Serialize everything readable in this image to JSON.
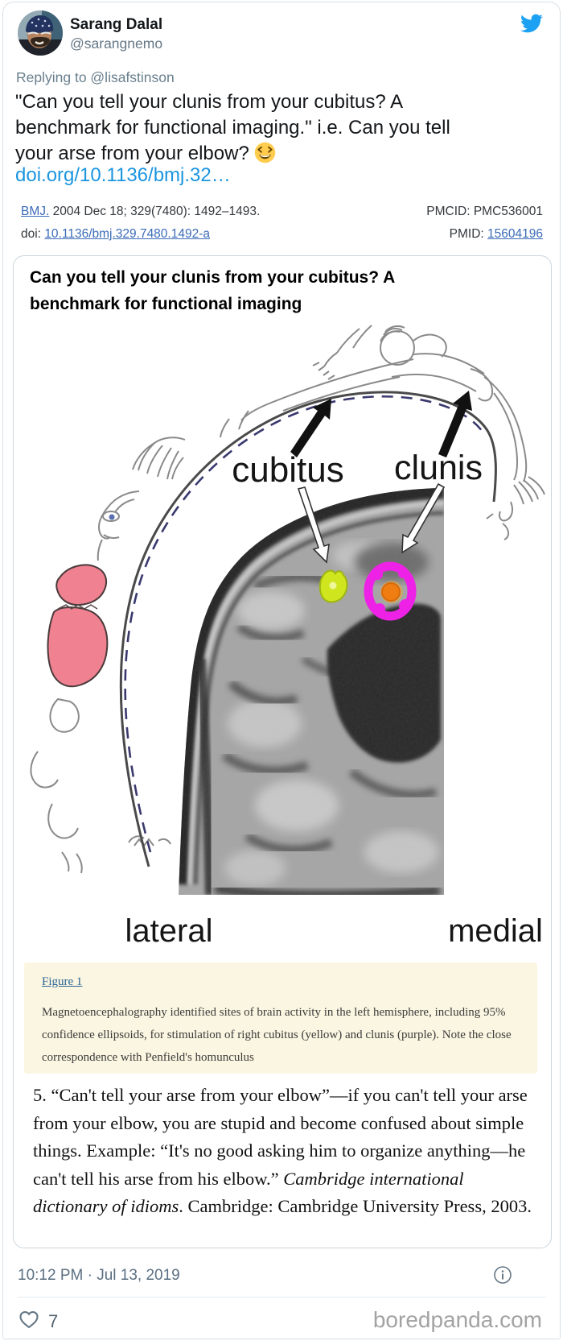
{
  "tweet": {
    "author": {
      "name": "Sarang Dalal",
      "handle": "@sarangnemo"
    },
    "replying_to": "Replying to ",
    "replying_handle": "@lisafstinson",
    "text_lines": [
      "\"Can you tell your clunis from your cubitus? A",
      "benchmark for functional imaging.\" i.e. Can you tell",
      "your arse from your elbow?"
    ],
    "link": "doi.org/10.1136/bmj.32…",
    "timestamp": "10:12 PM · Jul 13, 2019",
    "likes": "7"
  },
  "citation": {
    "journal_link": "BMJ.",
    "journal_rest": " 2004 Dec 18; 329(7480): 1492–1493.",
    "doi_label": "doi: ",
    "doi_link": "10.1136/bmj.329.7480.1492-a",
    "pmcid": "PMCID: PMC536001",
    "pmid_label": "PMID: ",
    "pmid_link": "15604196"
  },
  "card": {
    "title_lines": [
      "Can you tell your clunis from your cubitus? A",
      "benchmark for functional imaging"
    ],
    "figure": {
      "label_cubitus": "cubitus",
      "label_clunis": "clunis",
      "label_lateral": "lateral",
      "label_medial": "medial",
      "caption_link": "Figure 1",
      "caption": "Magnetoencephalography identified sites of brain activity in the left hemisphere, including 95% confidence ellipsoids, for stimulation of right cubitus (yellow) and clunis (purple). Note the close correspondence with Penfield's homunculus",
      "site_colors": {
        "cubitus_site": "#cfe51d",
        "clunis_site": "#ee22e6",
        "clunis_center": "#ef7d12",
        "lips": "#ef8191"
      }
    },
    "definition": {
      "text_before": "5. “Can't tell your arse from your elbow”—if you can't tell your arse from your elbow, you are stupid and become confused about simple things. Example: “It's no good asking him to organize anything—he can't tell his arse from his elbow.” ",
      "italic": "Cambridge international dictionary of idioms",
      "text_after": ". Cambridge: Cambridge University Press, 2003."
    }
  },
  "footer": {
    "watermark": "boredpanda.com"
  },
  "colors": {
    "brand": "#1da1f2",
    "tweet_link": "#1b95e0",
    "citation_link": "#3b6cb7",
    "muted": "#657786"
  }
}
